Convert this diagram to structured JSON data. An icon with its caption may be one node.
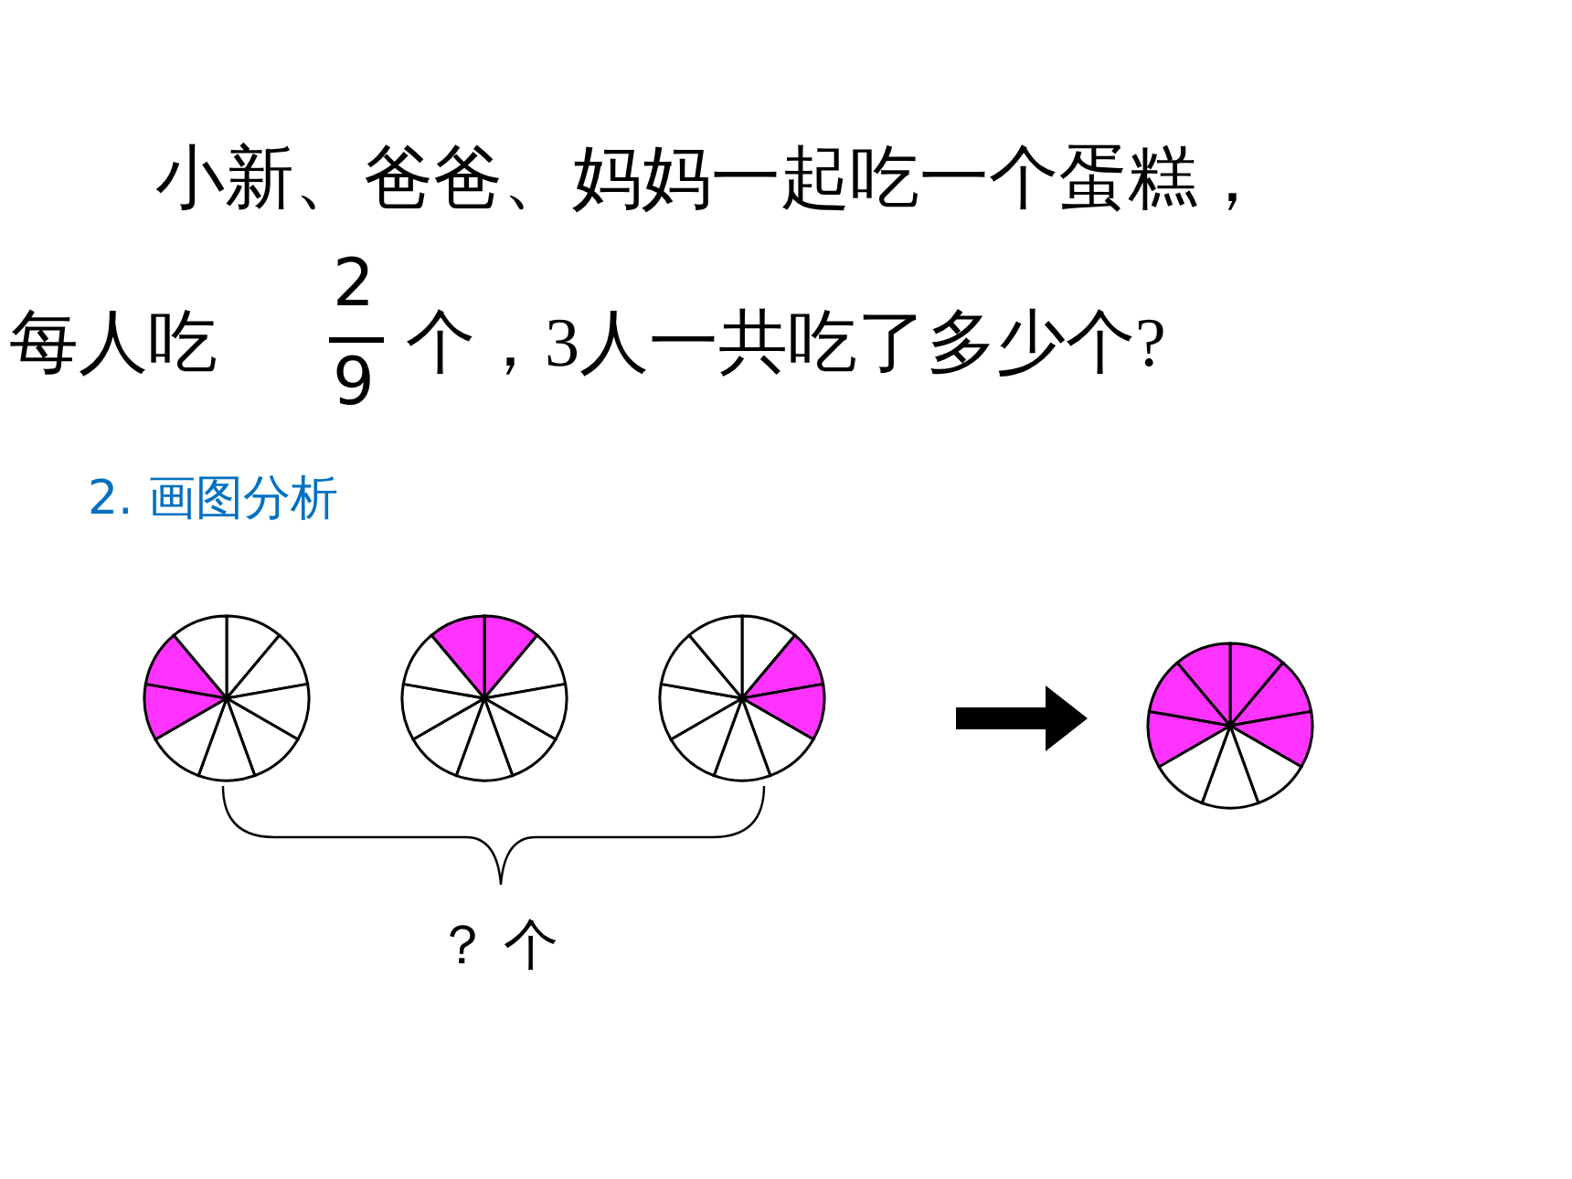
{
  "diagram": {
    "nodes": [
      {
        "text": [],
        "shape": "circle"
      },
      {
        "text": [],
        "shape": "circle"
      },
      {
        "text": [],
        "shape": "circle"
      },
      {
        "text": [],
        "shape": "circle"
      }
    ],
    "labels": [
      "小新、爸爸、妈妈一起吃一个蛋糕，",
      "每人吃",
      "2",
      "9",
      "个，3人一共吃了多少个?",
      "2. 画图分析",
      "？ 个"
    ]
  }
}
